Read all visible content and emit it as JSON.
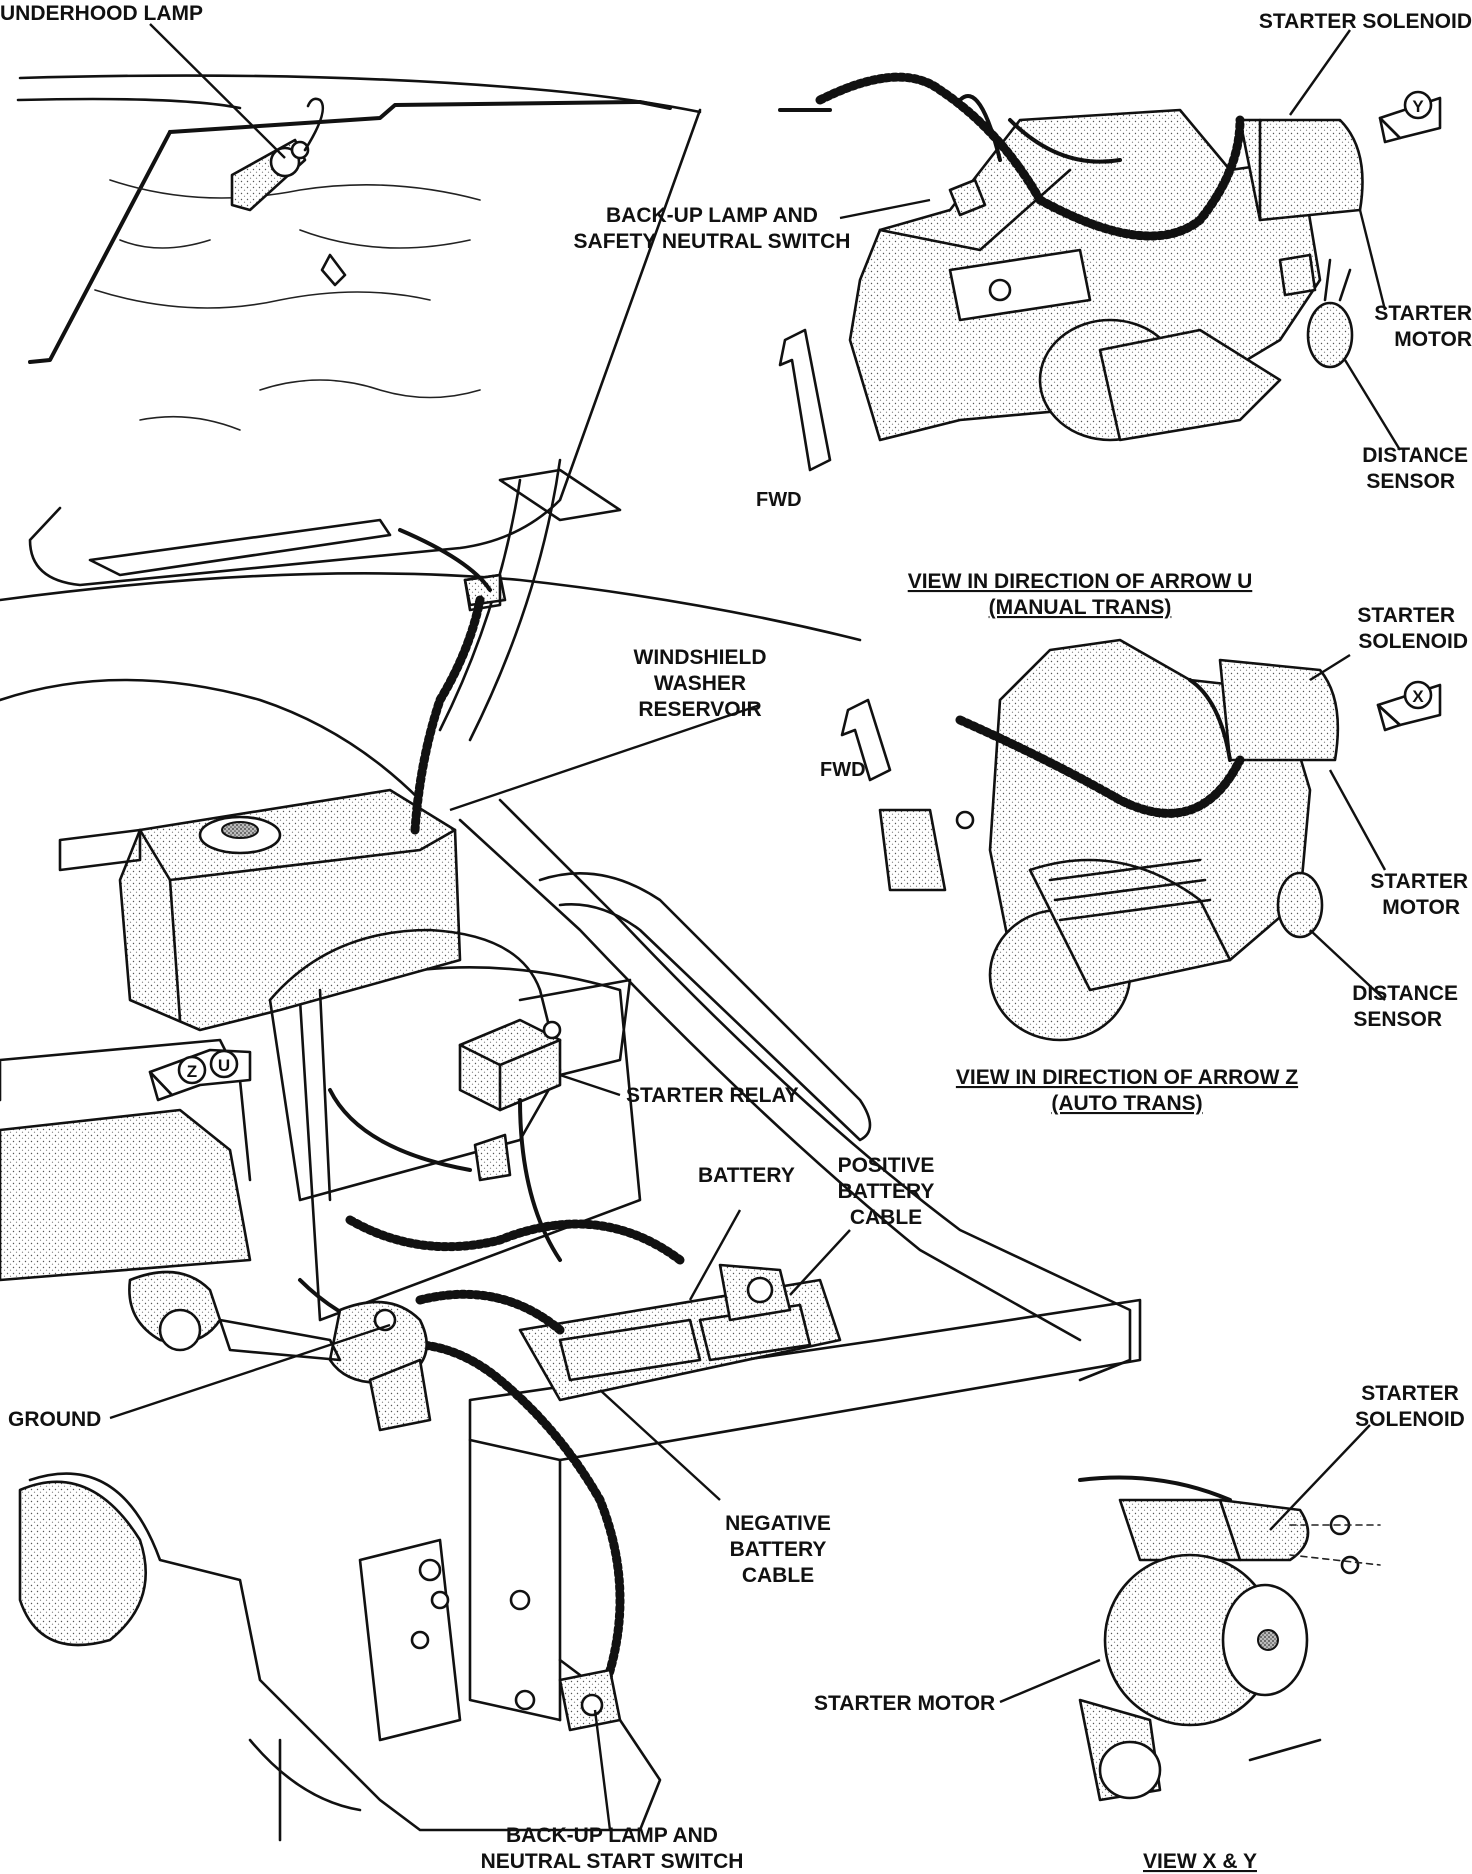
{
  "labels": {
    "underhood_lamp": "UNDERHOOD LAMP",
    "starter_solenoid_top": "STARTER SOLENOID",
    "backup_safety_line1": "BACK-UP LAMP AND",
    "backup_safety_line2": "SAFETY NEUTRAL SWITCH",
    "starter_motor_u_line1": "STARTER",
    "starter_motor_u_line2": "MOTOR",
    "distance_sensor_u_line1": "DISTANCE",
    "distance_sensor_u_line2": "SENSOR",
    "fwd_u": "FWD",
    "view_u_line1": "VIEW IN DIRECTION OF ARROW U",
    "view_u_line2": "(MANUAL TRANS)",
    "washer_line1": "WINDSHIELD",
    "washer_line2": "WASHER",
    "washer_line3": "RESERVOIR",
    "starter_solenoid_z_line1": "STARTER",
    "starter_solenoid_z_line2": "SOLENOID",
    "fwd_z": "FWD",
    "starter_motor_z_line1": "STARTER",
    "starter_motor_z_line2": "MOTOR",
    "distance_sensor_z_line1": "DISTANCE",
    "distance_sensor_z_line2": "SENSOR",
    "view_z_line1": "VIEW IN DIRECTION OF ARROW Z",
    "view_z_line2": "(AUTO TRANS)",
    "starter_relay": "STARTER RELAY",
    "battery": "BATTERY",
    "pos_cable_line1": "POSITIVE",
    "pos_cable_line2": "BATTERY",
    "pos_cable_line3": "CABLE",
    "ground": "GROUND",
    "neg_cable_line1": "NEGATIVE",
    "neg_cable_line2": "BATTERY",
    "neg_cable_line3": "CABLE",
    "starter_solenoid_xy_line1": "STARTER",
    "starter_solenoid_xy_line2": "SOLENOID",
    "starter_motor_xy": "STARTER MOTOR",
    "backup_neutral_line1": "BACK-UP LAMP AND",
    "backup_neutral_line2": "NEUTRAL START SWITCH",
    "view_xy": "VIEW X & Y"
  },
  "arrows": {
    "y": "Y",
    "x": "X",
    "z": "Z",
    "u": "U"
  }
}
